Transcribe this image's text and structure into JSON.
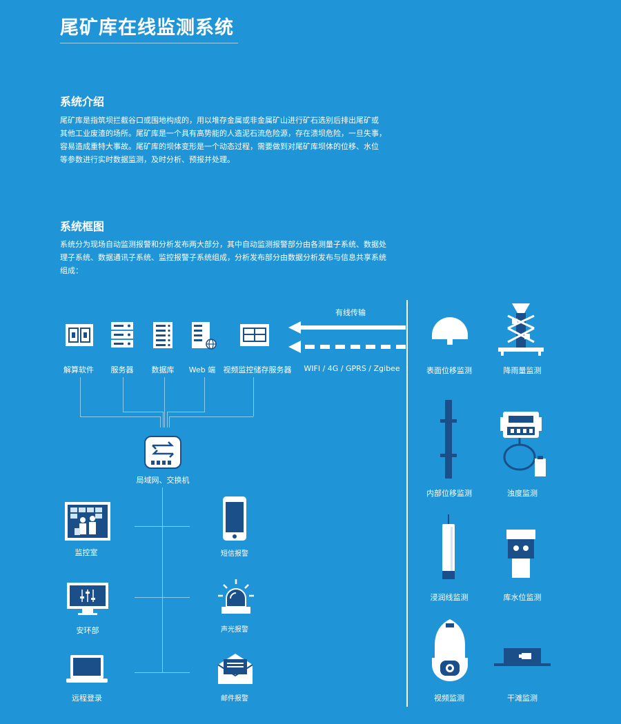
{
  "title": "尾矿库在线监测系统",
  "intro": {
    "heading": "系统介绍",
    "lines": [
      "尾矿库是指筑坝拦截谷口或围地构成的，用以堆存金属或非金属矿山进行矿石选别后排出尾矿或",
      "其他工业废渣的场所。尾矿库是一个具有高势能的人造泥石流危险源，存在溃坝危险，一旦失事，",
      "容易造成重特大事故。尾矿库的坝体变形是一个动态过程，需要做到对尾矿库坝体的位移、水位",
      "等参数进行实时数据监测，及时分析、预报并处理。"
    ]
  },
  "framework": {
    "heading": "系统框图",
    "lines": [
      "系统分为现场自动监测报警和分析发布两大部分，其中自动监测报警部分由各测量子系统、数据处",
      "理子系统、数据通讯子系统、监控报警子系统组成，分析发布部分由数据分析发布与信息共享系统",
      "组成："
    ]
  },
  "diagram": {
    "top_nodes": [
      "解算软件",
      "服务器",
      "数据库",
      "Web 端",
      "视频监控储存服务器"
    ],
    "wired_label": "有线传输",
    "wireless_label": "WIFI / 4G / GPRS / Zgibee",
    "switch_label": "局域网、交换机",
    "left_nodes": [
      "监控室",
      "安环部",
      "远程登录"
    ],
    "alarm_nodes": [
      "短信报警",
      "声光报警",
      "邮件报警"
    ],
    "sensors": [
      "表面位移监测",
      "降雨量监测",
      "内部位移监测",
      "浊度监测",
      "浸润线监测",
      "库水位监测",
      "视频监测",
      "干滩监测"
    ]
  },
  "colors": {
    "background": "#1f95d8",
    "icon_dark": "#1a4f8a",
    "line": "#8fcbef"
  }
}
